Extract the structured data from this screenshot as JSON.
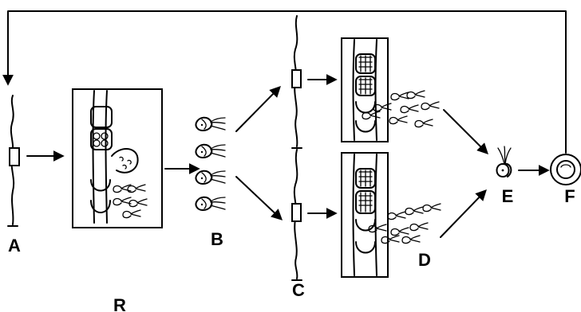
{
  "labels": {
    "a": "A",
    "b": "B",
    "c": "C",
    "d": "D",
    "e": "E",
    "f": "F",
    "r": "R"
  }
}
